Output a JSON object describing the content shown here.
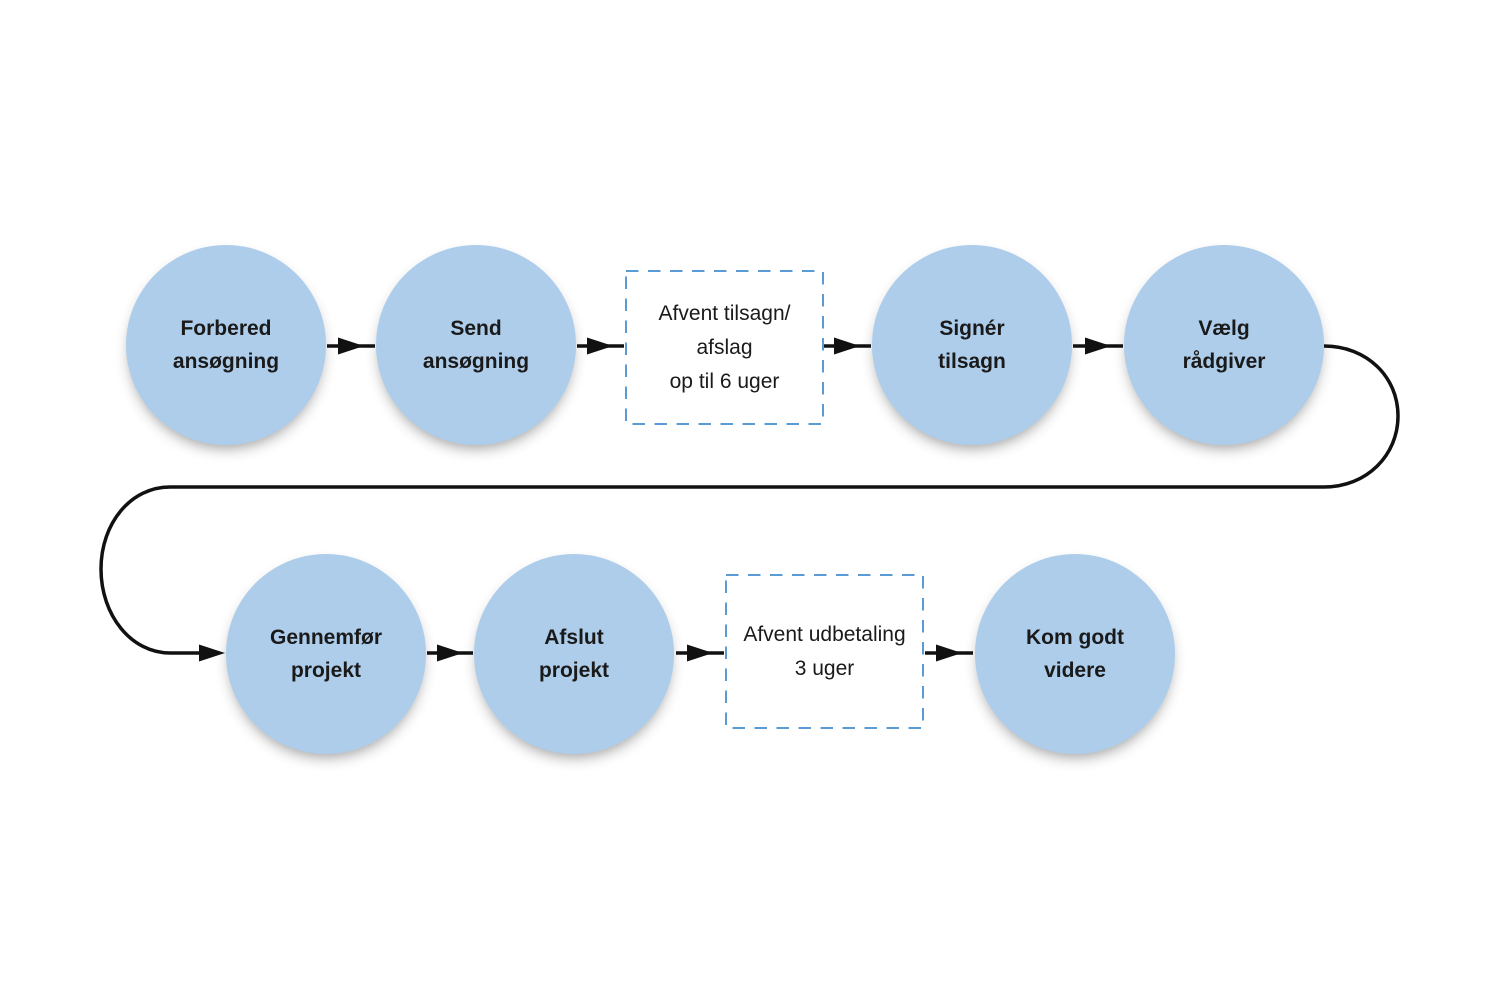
{
  "colors": {
    "background": "#ffffff",
    "node_fill": "#aecdeb",
    "dashed_border": "#5b9bd5",
    "line": "#111111",
    "text": "#1a1a1a"
  },
  "steps": [
    {
      "type": "circle",
      "lines": [
        "Forbered",
        "ansøgning"
      ]
    },
    {
      "type": "circle",
      "lines": [
        "Send",
        "ansøgning"
      ]
    },
    {
      "type": "wait",
      "lines": [
        "Afvent tilsagn/",
        "afslag",
        "op til 6 uger"
      ]
    },
    {
      "type": "circle",
      "lines": [
        "Signér",
        "tilsagn"
      ]
    },
    {
      "type": "circle",
      "lines": [
        "Vælg",
        "rådgiver"
      ]
    },
    {
      "type": "circle",
      "lines": [
        "Gennemfør",
        "projekt"
      ]
    },
    {
      "type": "circle",
      "lines": [
        "Afslut",
        "projekt"
      ]
    },
    {
      "type": "wait",
      "lines": [
        "Afvent udbetaling",
        "3 uger"
      ]
    },
    {
      "type": "circle",
      "lines": [
        "Kom godt",
        "videre"
      ]
    }
  ]
}
